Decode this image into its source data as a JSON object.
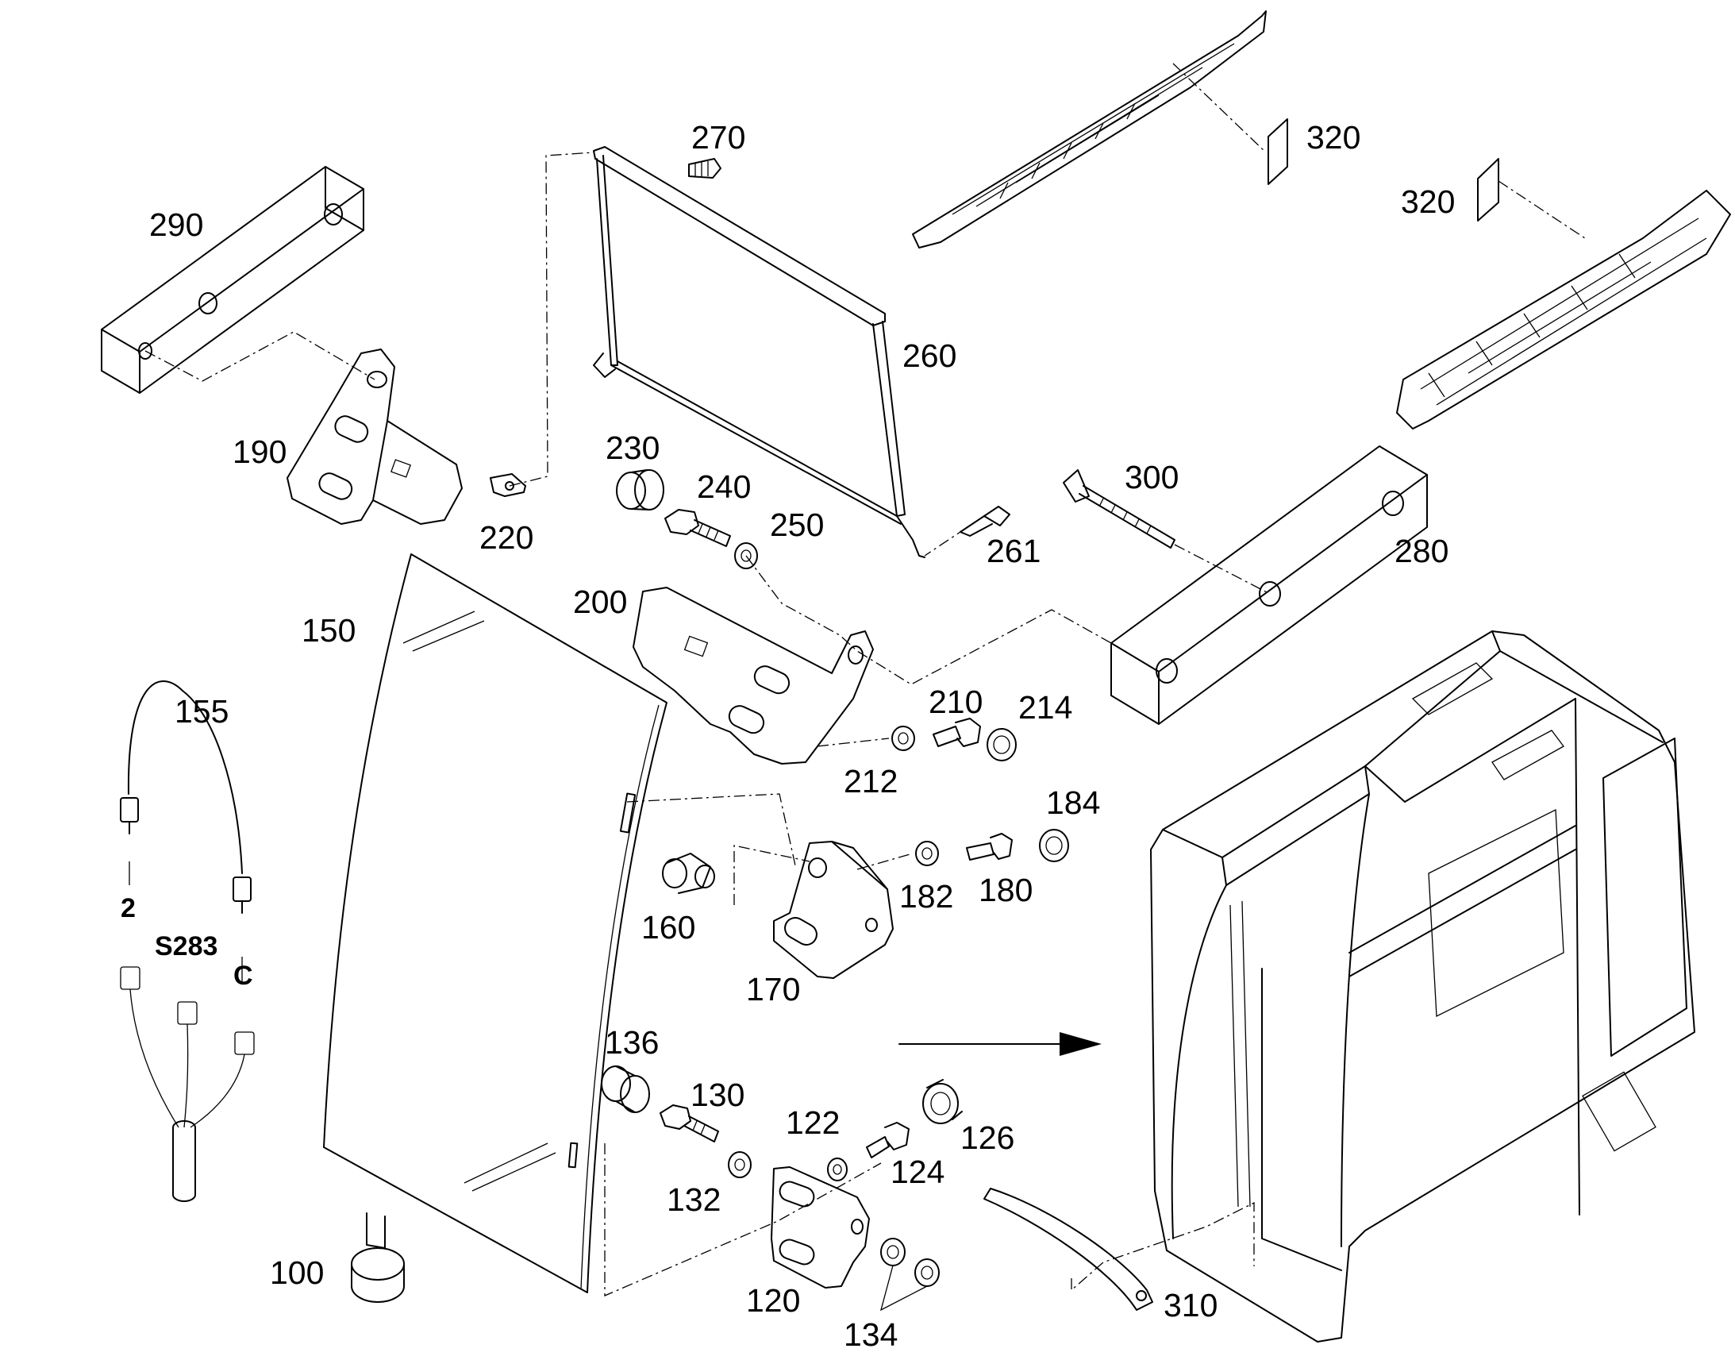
{
  "diagram": {
    "part_labels": [
      {
        "id": "p100",
        "text": "100"
      },
      {
        "id": "p120",
        "text": "120"
      },
      {
        "id": "p122",
        "text": "122"
      },
      {
        "id": "p124",
        "text": "124"
      },
      {
        "id": "p126",
        "text": "126"
      },
      {
        "id": "p130",
        "text": "130"
      },
      {
        "id": "p132",
        "text": "132"
      },
      {
        "id": "p134",
        "text": "134"
      },
      {
        "id": "p136",
        "text": "136"
      },
      {
        "id": "p150",
        "text": "150"
      },
      {
        "id": "p155",
        "text": "155"
      },
      {
        "id": "p160",
        "text": "160"
      },
      {
        "id": "p170",
        "text": "170"
      },
      {
        "id": "p180",
        "text": "180"
      },
      {
        "id": "p182",
        "text": "182"
      },
      {
        "id": "p184",
        "text": "184"
      },
      {
        "id": "p190",
        "text": "190"
      },
      {
        "id": "p200",
        "text": "200"
      },
      {
        "id": "p210",
        "text": "210"
      },
      {
        "id": "p212",
        "text": "212"
      },
      {
        "id": "p214",
        "text": "214"
      },
      {
        "id": "p220",
        "text": "220"
      },
      {
        "id": "p230",
        "text": "230"
      },
      {
        "id": "p240",
        "text": "240"
      },
      {
        "id": "p250",
        "text": "250"
      },
      {
        "id": "p260",
        "text": "260"
      },
      {
        "id": "p261",
        "text": "261"
      },
      {
        "id": "p270",
        "text": "270"
      },
      {
        "id": "p280",
        "text": "280"
      },
      {
        "id": "p290",
        "text": "290"
      },
      {
        "id": "p300",
        "text": "300"
      },
      {
        "id": "p310",
        "text": "310"
      },
      {
        "id": "p320a",
        "text": "320"
      },
      {
        "id": "p320b",
        "text": "320"
      }
    ],
    "wire_labels": [
      {
        "id": "w2",
        "text": "2"
      },
      {
        "id": "wS283",
        "text": "S283"
      },
      {
        "id": "wC",
        "text": "C"
      }
    ]
  }
}
